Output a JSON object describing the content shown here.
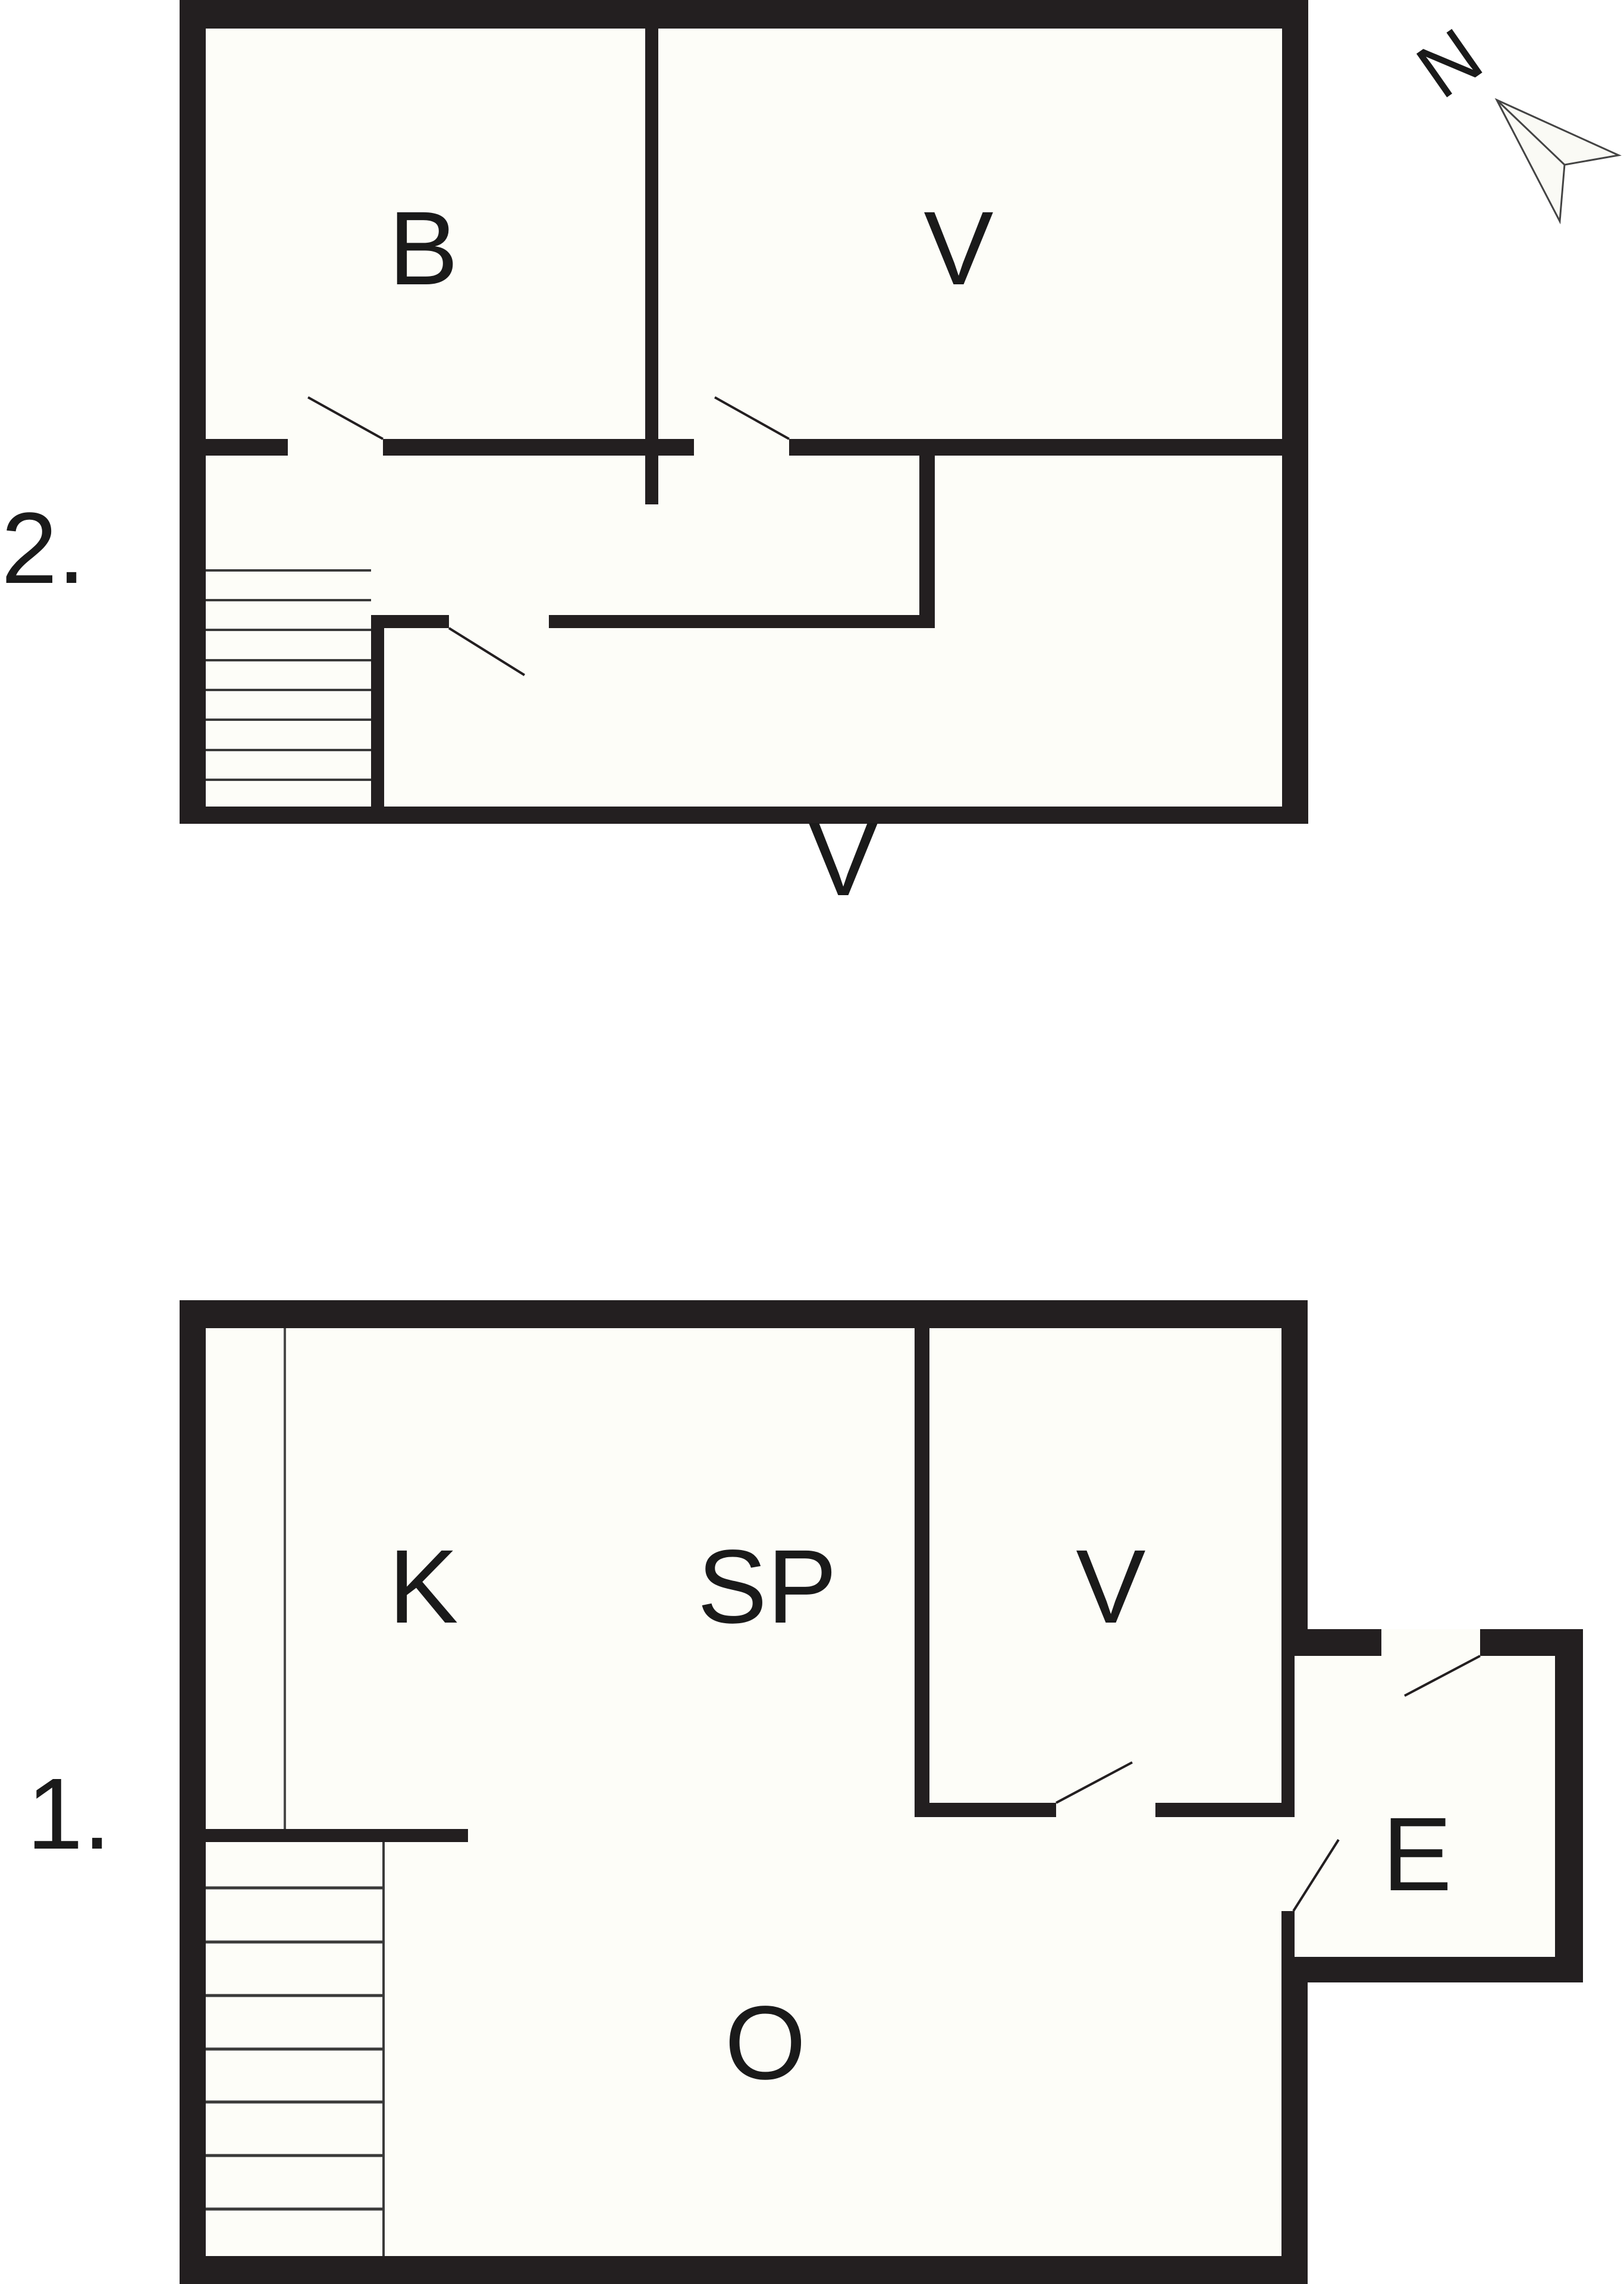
{
  "colors": {
    "wall": "#231f20",
    "floor": "#fdfdf8",
    "background": "#ffffff"
  },
  "compass": {
    "label": "N",
    "icon": "north-arrow-icon"
  },
  "floors": [
    {
      "name": "2.",
      "rooms": [
        {
          "label": "B"
        },
        {
          "label": "V"
        },
        {
          "label": "V"
        }
      ],
      "stairs": {
        "steps": 8
      }
    },
    {
      "name": "1.",
      "rooms": [
        {
          "label": "K"
        },
        {
          "label": "SP"
        },
        {
          "label": "V"
        },
        {
          "label": "E"
        },
        {
          "label": "O"
        }
      ],
      "stairs": {
        "steps": 8
      }
    }
  ]
}
